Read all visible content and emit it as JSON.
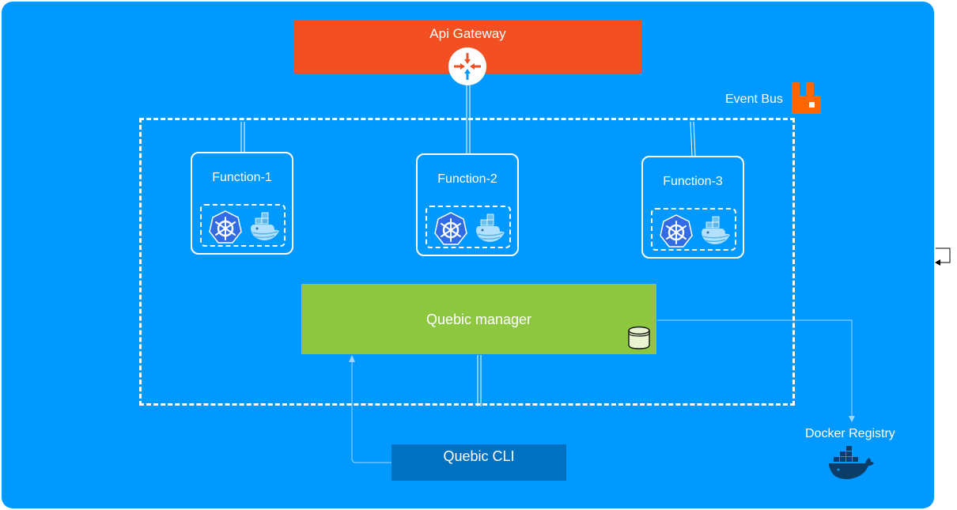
{
  "diagram": {
    "gateway": {
      "label": "Api Gateway",
      "icon": "router-icon"
    },
    "event_bus": {
      "label": "Event Bus",
      "icon": "rabbitmq-icon"
    },
    "functions": [
      {
        "label": "Function-1",
        "icons": [
          "kubernetes-icon",
          "docker-container-icon"
        ]
      },
      {
        "label": "Function-2",
        "icons": [
          "kubernetes-icon",
          "docker-container-icon"
        ]
      },
      {
        "label": "Function-3",
        "icons": [
          "kubernetes-icon",
          "docker-container-icon"
        ]
      }
    ],
    "manager": {
      "label": "Quebic manager",
      "icon": "database-icon"
    },
    "cli": {
      "label": "Quebic CLI"
    },
    "registry": {
      "label": "Docker Registry",
      "icon": "docker-whale-icon"
    }
  },
  "colors": {
    "background": "#0099ff",
    "gateway": "#f25022",
    "manager": "#8dc63f",
    "cli": "#0070c0",
    "rabbitmq": "#ff6600",
    "kubernetes": "#326ce5",
    "docker_dark": "#0b3d66"
  }
}
